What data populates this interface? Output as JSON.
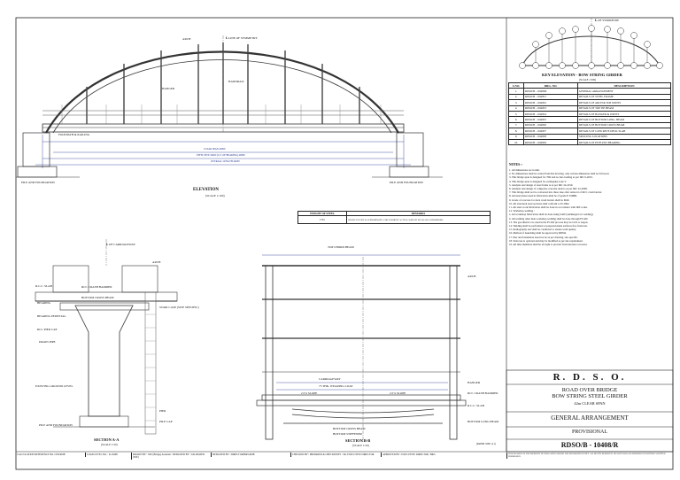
{
  "elevation": {
    "title": "ELEVATION",
    "scale": "(SCALE 1:100)",
    "labels": {
      "arch": "ARCH",
      "line_of_symmetry": "℄ LINE OF SYMMETRY",
      "hanger": "HANGER",
      "handrail": "HANDRAIL",
      "footpath": "FOOTPATH & RAILING",
      "pile_foundation": "PILE AND FOUNDATION"
    },
    "dims": {
      "clear_span": "CLEAR SPAN 42000",
      "effective_span": "EFFECTIVE SPAN (C/C OF BEARING) 42800",
      "overall_length": "OVERALL LENGTH 44000"
    }
  },
  "steel_table": {
    "headers": [
      "WEIGHT OF STEEL",
      "REMARKS"
    ],
    "weight": "176 t",
    "remarks": "WEIGHT GIVEN IS APPROXIMATE. FOR PAYMENT ACTUAL WEIGHT SHALL BE CONSIDERED."
  },
  "section_aa": {
    "title": "SECTION A-A",
    "scale": "(SCALE 1:50)",
    "labels": {
      "carriageway_cl": "℄ OF CARRIAGEWAY",
      "rcc_slab": "R.C.C. SLAB",
      "crash_barrier": "RCC CRASH BARRIER",
      "bottom_cross_beam": "BOTTOM CROSS BEAM",
      "bearing": "BEARING",
      "bearing_pedestal": "BEARING PEDESTAL",
      "pier_cap": "RCC PIER CAP",
      "drain_pipe": "DRAIN PIPE",
      "stair_case": "STAIR CASE (SITE SPECIFIC)",
      "existing_ground": "EXISTING GROUND LEVEL",
      "pier": "PIER",
      "pile_cap": "PILE CAP"
    }
  },
  "section_bb": {
    "title": "SECTION B-B",
    "scale": "(SCALE 1:50)",
    "labels": {
      "top_chord_beam": "TOP CHORD BEAM",
      "carriageway": "CARRIAGEWAY",
      "wearing_coat": "75 THK. WEARING COAT",
      "slope": "2.5% SLOPE",
      "hanger": "HANGER",
      "bottom_long_beam": "BOTTOM LONG BEAM",
      "stiffener": "BOTTOM STIFFENER"
    }
  },
  "key_elevation": {
    "title": "KEY ELEVATION - BOW STRING GIRDER",
    "scale": "(SCALE 1:500)",
    "symmetry": "℄ OF SYMMETRY"
  },
  "drawing_index": {
    "headers": [
      "S.NO.",
      "DRG. NO.",
      "DESCRIPTION"
    ],
    "rows": [
      [
        "1.",
        "RDSO/B - 10408/R",
        "GENERAL ARRANGEMENT"
      ],
      [
        "2.",
        "RDSO/B - 10408/1",
        "DETAILS OF STEEL FRAME"
      ],
      [
        "3.",
        "RDSO/B - 10408/2",
        "DETAILS OF ARCH & TOP JOINTS"
      ],
      [
        "4.",
        "RDSO/B - 10408/3",
        "DETAILS OF TOP TIE BEAM"
      ],
      [
        "5.",
        "RDSO/B - 10408/4",
        "DETAILS OF HANGER & JOINTS"
      ],
      [
        "6.",
        "RDSO/B - 10408/5",
        "DETAILS OF BOTTOM LONG. BEAM"
      ],
      [
        "7.",
        "RDSO/B - 10408/6",
        "DETAILS OF BOTTOM CROSS BEAM"
      ],
      [
        "8.",
        "RDSO/B - 10408/7",
        "DETAILS OF CONCRETE DECK SLAB"
      ],
      [
        "9.",
        "RDSO/B - 10408/8",
        "SPLICING LOCATIONS"
      ],
      [
        "10.",
        "RDSO/B - 10408/9",
        "DETAILS OF PTFE POT BEARING"
      ]
    ]
  },
  "notes": {
    "heading": "NOTES :-",
    "items": [
      "1. All dimensions are in mm.",
      "2. No dimensions shall be scaled from this drawing, only written dimension shall be followed.",
      "3. This bridge span is designed for 70R and A class loading as per IRC 6-2010.",
      "4. This bridge span is designed for earthquake zone V.",
      "5. Analysis and design of steel frame is as per IRC 24-2010.",
      "6. Analysis and design of composite concrete deck is as per IRC 22-2008.",
      "7. This bridge shall not be converted into three lane after removal of RCC crash barrier.",
      "8. All steel plates used in fabrication shall be of grade E 250BR.",
      "9. Grade of concrete for deck crash barrier shall be M40.",
      "10. All structural steel sections shall conform to IS 2062.",
      "11. All steel work fabrication shall be done in accordance with IRS codes.",
      "12. Workshop welding :",
      "a. All workshop fabrication shall be done using SAW (submerged arc welding).",
      "b. All welding other than workshop welding shall be done through FCAW.",
      "13. The gas shield to be used in the FCAW process may be CO2 or Argon.",
      "14. Welding shall be performed on prepared metal surfaces free from rust.",
      "15. Radiography test shall be conducted to ensure weld quality.",
      "16. Method of launching shall be approved by RDSO.",
      "17. Pier and foundation need not be as per drawing, site specific.",
      "18. Staircase is optional and may be modified as per site requirement.",
      "19. All inlet members shall be air tight to prevent from internal corrosion."
    ]
  },
  "title_block": {
    "org": "R. D. S. O.",
    "project_1": "ROAD OVER BRIDGE",
    "project_2": "BOW STRING STEEL GIRDER",
    "span": "42m CLEAR SPAN",
    "sheet_title": "GENERAL ARRANGEMENT",
    "status": "PROVISIONAL",
    "drawing_no": "RDSO/B - 10408/R",
    "paper_size": "(PAPER SIZE: A1)"
  },
  "strip": {
    "calc_ref": "CALCULATION REFERENCE NO. CED/ROB",
    "load_level": "LOAD LEVEL NO. : R-10408",
    "drawn_by": "DRAWN BY : SSE (Bridge) Assistant / DESIGNED BY : VALIDATED (SSE)",
    "designed_by": "DESIGNED BY : DIRECTOR/B&S/ROB",
    "checked_by": "CHECKED BY / PREPARED & CHECKED BY : SR. EXECUTIVE DIRECTOR",
    "approved_by": "APPROVED BY : EXECUTIVE DIRECTOR / B&S",
    "copyright": "THIS DRAWING IS THE PROPERTY OF RDSO AND IS ISSUED FOR INFORMATION ONLY. ALL RIGHTS RESERVED. NO PART SHALL BE REPRODUCED WITHOUT WRITTEN PERMISSION."
  }
}
